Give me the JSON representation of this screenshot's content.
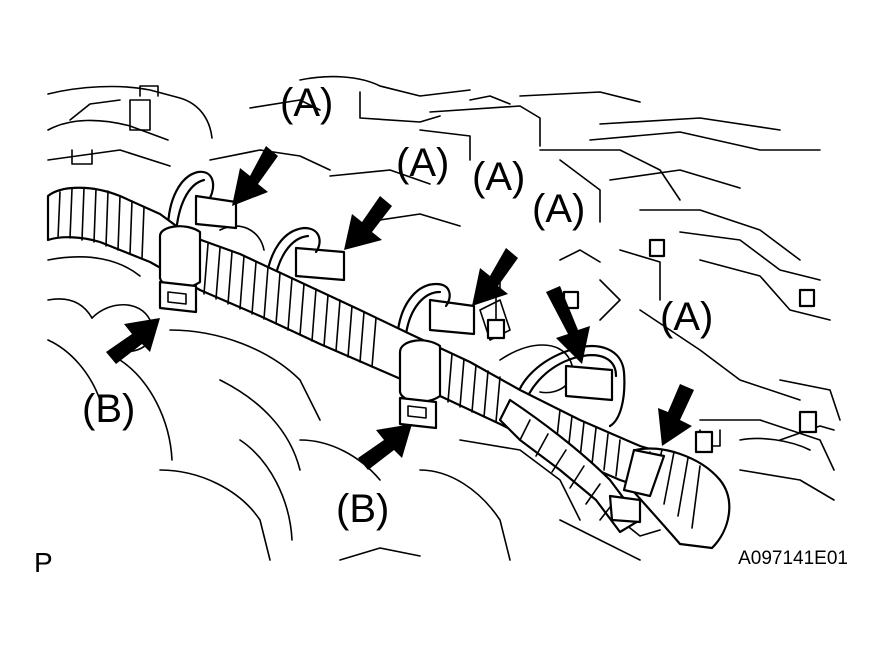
{
  "labels": {
    "a1": "(A)",
    "a2": "(A)",
    "a3": "(A)",
    "a4": "(A)",
    "a5": "(A)",
    "b1": "(B)",
    "b2": "(B)"
  },
  "corner_left": "P",
  "figure_code": "A097141E01"
}
